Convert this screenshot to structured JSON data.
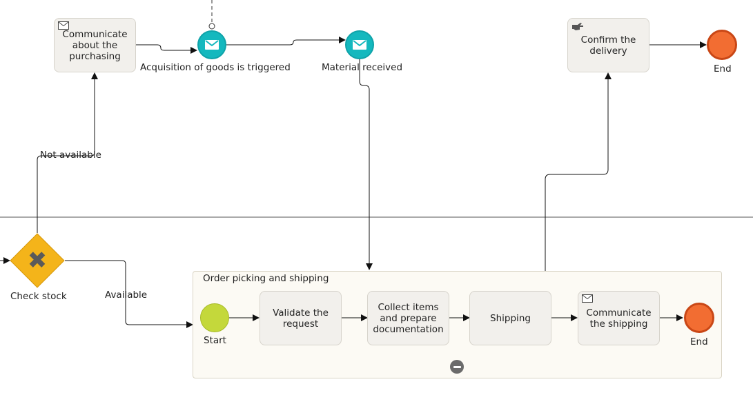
{
  "tasks": {
    "communicate_purchasing": "Communicate about the purchasing",
    "confirm_delivery": "Confirm the delivery",
    "validate_request": "Validate the request",
    "collect_items": "Collect items and prepare documentation",
    "shipping": "Shipping",
    "communicate_shipping": "Communicate the shipping"
  },
  "events": {
    "acquisition_triggered": "Acquisition of goods is triggered",
    "material_received": "Material received",
    "end_top": "End",
    "start": "Start",
    "end_sub": "End"
  },
  "gateway": {
    "label": "Check stock"
  },
  "flows": {
    "not_available": "Not available",
    "available": "Available"
  },
  "subprocess": {
    "title": "Order picking and shipping"
  },
  "icons": {
    "message": "envelope-icon",
    "manual": "hand-icon",
    "gateway": "x-icon",
    "collapse": "minus-icon"
  },
  "colors": {
    "message_event": "#14b8be",
    "end_event": "#f26d32",
    "start_event": "#c4d83b",
    "gateway": "#f4b41a",
    "task_fill": "#f2f0ec",
    "subprocess_fill": "#fcfaf4"
  }
}
